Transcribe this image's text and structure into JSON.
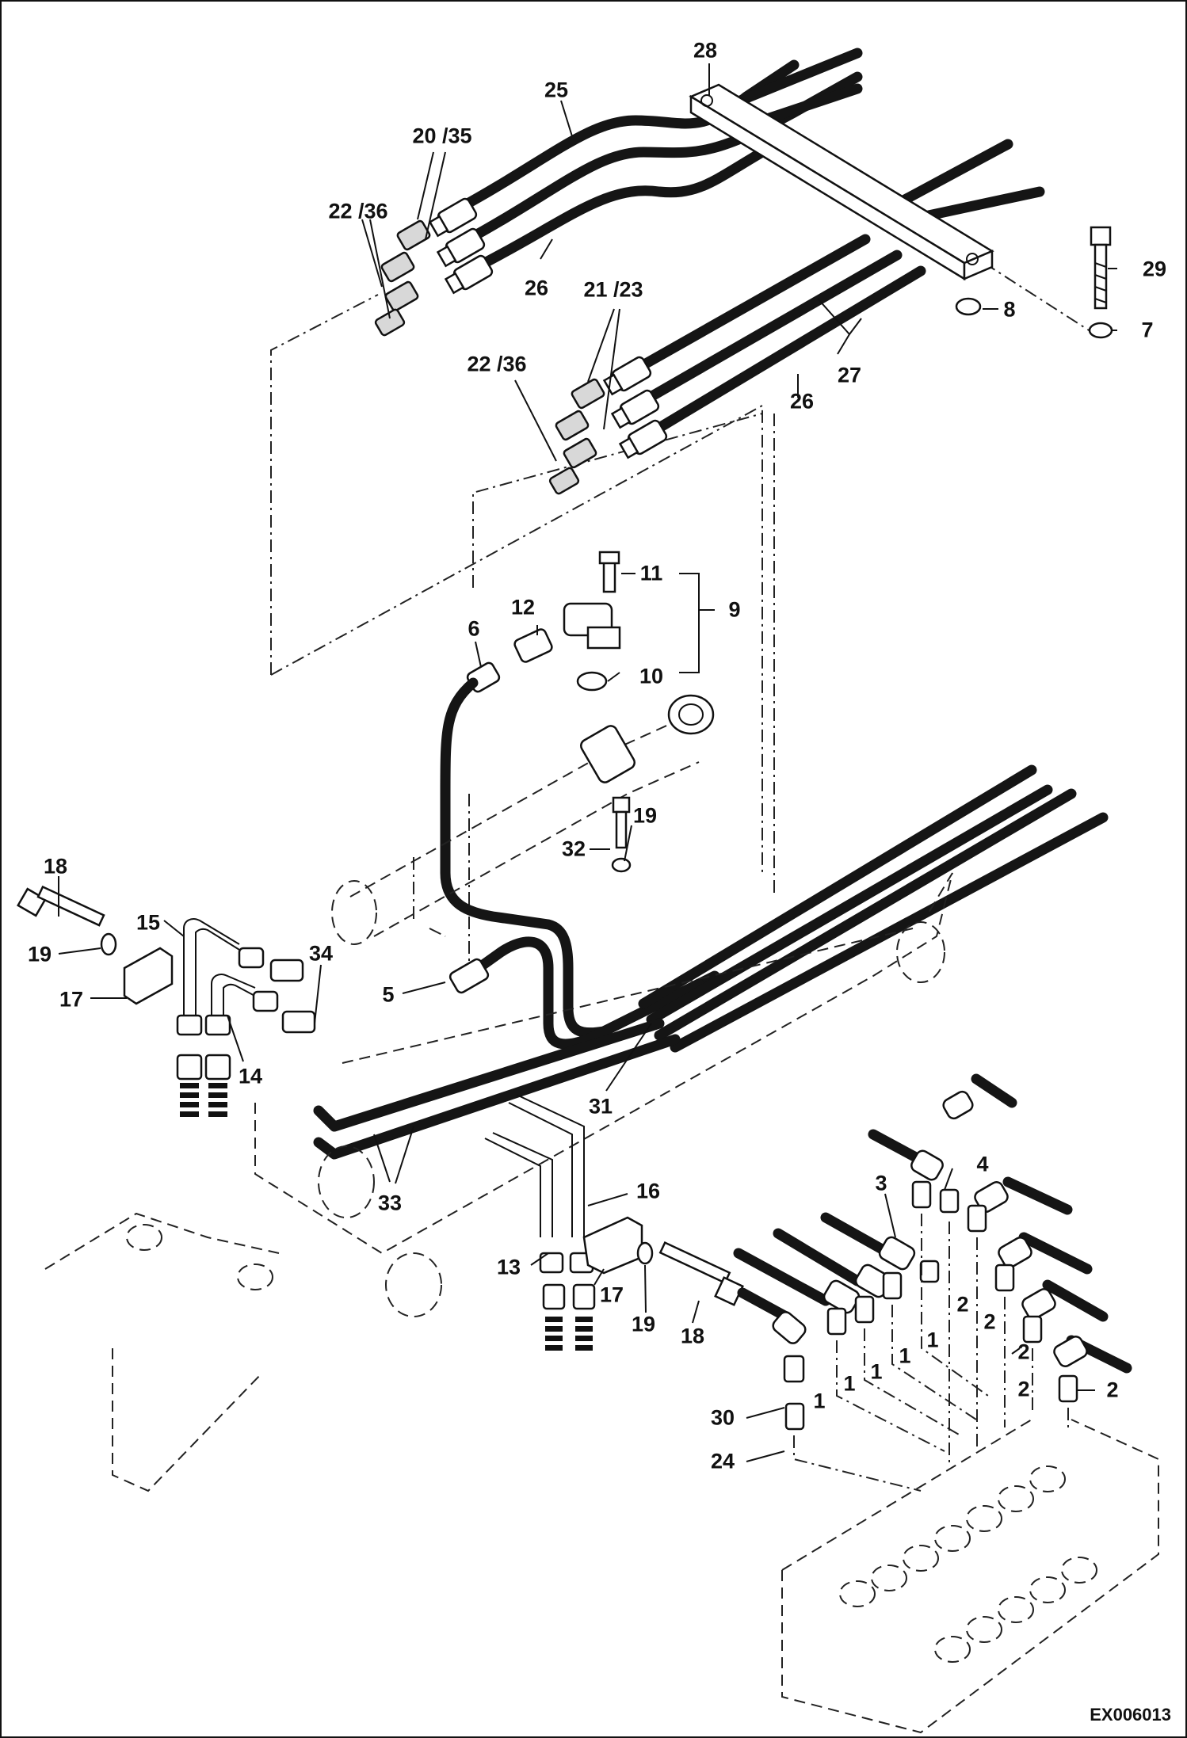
{
  "drawing_code": "EX006013",
  "callouts": [
    {
      "id": "c28",
      "text": "28"
    },
    {
      "id": "c25",
      "text": "25"
    },
    {
      "id": "c20-35",
      "text": "20 /35"
    },
    {
      "id": "c22-36a",
      "text": "22 /36"
    },
    {
      "id": "c26a",
      "text": "26"
    },
    {
      "id": "c21-23",
      "text": "21 /23"
    },
    {
      "id": "c29",
      "text": "29"
    },
    {
      "id": "c8",
      "text": "8"
    },
    {
      "id": "c7",
      "text": "7"
    },
    {
      "id": "c27",
      "text": "27"
    },
    {
      "id": "c22-36b",
      "text": "22 /36"
    },
    {
      "id": "c26b",
      "text": "26"
    },
    {
      "id": "c11",
      "text": "11"
    },
    {
      "id": "c12",
      "text": "12"
    },
    {
      "id": "c9",
      "text": "9"
    },
    {
      "id": "c6",
      "text": "6"
    },
    {
      "id": "c10",
      "text": "10"
    },
    {
      "id": "c19a",
      "text": "19"
    },
    {
      "id": "c32",
      "text": "32"
    },
    {
      "id": "c18a",
      "text": "18"
    },
    {
      "id": "c15",
      "text": "15"
    },
    {
      "id": "c34",
      "text": "34"
    },
    {
      "id": "c19b",
      "text": "19"
    },
    {
      "id": "c17a",
      "text": "17"
    },
    {
      "id": "c5",
      "text": "5"
    },
    {
      "id": "c14",
      "text": "14"
    },
    {
      "id": "c31",
      "text": "31"
    },
    {
      "id": "c33",
      "text": "33"
    },
    {
      "id": "c3",
      "text": "3"
    },
    {
      "id": "c4",
      "text": "4"
    },
    {
      "id": "c16",
      "text": "16"
    },
    {
      "id": "c13",
      "text": "13"
    },
    {
      "id": "c17b",
      "text": "17"
    },
    {
      "id": "c19c",
      "text": "19"
    },
    {
      "id": "c18b",
      "text": "18"
    },
    {
      "id": "c2a",
      "text": "2"
    },
    {
      "id": "c2b",
      "text": "2"
    },
    {
      "id": "c2c",
      "text": "2"
    },
    {
      "id": "c2d",
      "text": "2"
    },
    {
      "id": "c2e",
      "text": "2"
    },
    {
      "id": "c1a",
      "text": "1"
    },
    {
      "id": "c1b",
      "text": "1"
    },
    {
      "id": "c1c",
      "text": "1"
    },
    {
      "id": "c1d",
      "text": "1"
    },
    {
      "id": "c1e",
      "text": "1"
    },
    {
      "id": "c30",
      "text": "30"
    },
    {
      "id": "c24",
      "text": "24"
    }
  ]
}
